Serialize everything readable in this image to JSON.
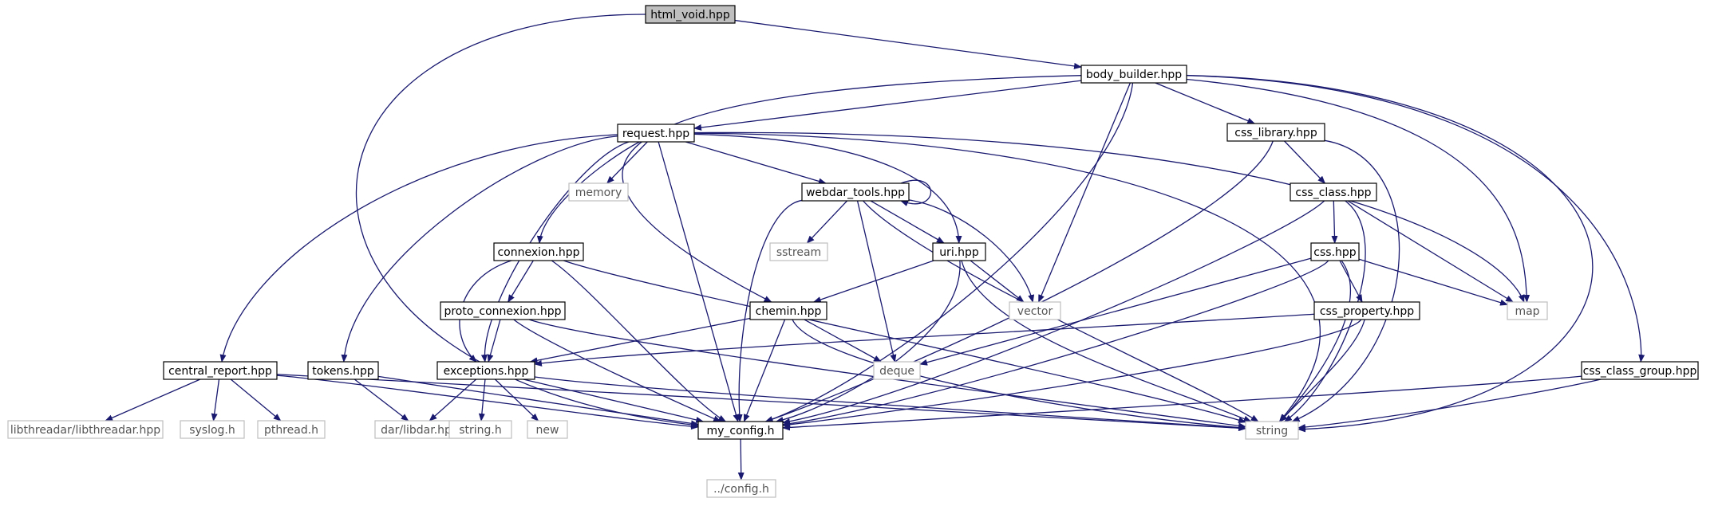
{
  "colors": {
    "edge": "#191970",
    "root_fill": "#bfbfbf",
    "root_stroke": "#000000",
    "header_stroke": "#000000",
    "system_stroke": "#bfbfbf",
    "system_text": "#555555",
    "header_text": "#000000"
  },
  "nodes": [
    {
      "id": "html_void",
      "label": "html_void.hpp",
      "kind": "root"
    },
    {
      "id": "body_builder",
      "label": "body_builder.hpp",
      "kind": "header"
    },
    {
      "id": "request",
      "label": "request.hpp",
      "kind": "header"
    },
    {
      "id": "css_library",
      "label": "css_library.hpp",
      "kind": "header"
    },
    {
      "id": "memory",
      "label": "memory",
      "kind": "system"
    },
    {
      "id": "webdar_tools",
      "label": "webdar_tools.hpp",
      "kind": "header"
    },
    {
      "id": "css_class",
      "label": "css_class.hpp",
      "kind": "header"
    },
    {
      "id": "sstream",
      "label": "sstream",
      "kind": "system"
    },
    {
      "id": "connexion",
      "label": "connexion.hpp",
      "kind": "header"
    },
    {
      "id": "uri",
      "label": "uri.hpp",
      "kind": "header"
    },
    {
      "id": "css",
      "label": "css.hpp",
      "kind": "header"
    },
    {
      "id": "chemin",
      "label": "chemin.hpp",
      "kind": "header"
    },
    {
      "id": "vector",
      "label": "vector",
      "kind": "system"
    },
    {
      "id": "proto_connexion",
      "label": "proto_connexion.hpp",
      "kind": "header"
    },
    {
      "id": "css_property",
      "label": "css_property.hpp",
      "kind": "header"
    },
    {
      "id": "map",
      "label": "map",
      "kind": "system"
    },
    {
      "id": "central_report",
      "label": "central_report.hpp",
      "kind": "header"
    },
    {
      "id": "tokens",
      "label": "tokens.hpp",
      "kind": "header"
    },
    {
      "id": "exceptions",
      "label": "exceptions.hpp",
      "kind": "header"
    },
    {
      "id": "deque",
      "label": "deque",
      "kind": "system"
    },
    {
      "id": "css_class_group",
      "label": "css_class_group.hpp",
      "kind": "header"
    },
    {
      "id": "libthreadar",
      "label": "libthreadar/libthreadar.hpp",
      "kind": "system"
    },
    {
      "id": "syslog",
      "label": "syslog.h",
      "kind": "system"
    },
    {
      "id": "pthread",
      "label": "pthread.h",
      "kind": "system"
    },
    {
      "id": "libdar",
      "label": "dar/libdar.hpp",
      "kind": "system"
    },
    {
      "id": "string_h",
      "label": "string.h",
      "kind": "system"
    },
    {
      "id": "new",
      "label": "new",
      "kind": "system"
    },
    {
      "id": "my_config",
      "label": "my_config.h",
      "kind": "header"
    },
    {
      "id": "string",
      "label": "string",
      "kind": "system"
    },
    {
      "id": "config_h",
      "label": "../config.h",
      "kind": "system"
    }
  ],
  "edges": [
    {
      "from": "html_void",
      "to": "body_builder"
    },
    {
      "from": "html_void",
      "to": "my_config"
    },
    {
      "from": "body_builder",
      "to": "request"
    },
    {
      "from": "body_builder",
      "to": "css_library"
    },
    {
      "from": "body_builder",
      "to": "chemin"
    },
    {
      "from": "body_builder",
      "to": "vector"
    },
    {
      "from": "body_builder",
      "to": "map"
    },
    {
      "from": "body_builder",
      "to": "string"
    },
    {
      "from": "body_builder",
      "to": "css_class_group"
    },
    {
      "from": "body_builder",
      "to": "my_config"
    },
    {
      "from": "request",
      "to": "memory"
    },
    {
      "from": "request",
      "to": "webdar_tools"
    },
    {
      "from": "request",
      "to": "connexion"
    },
    {
      "from": "request",
      "to": "uri"
    },
    {
      "from": "request",
      "to": "central_report"
    },
    {
      "from": "request",
      "to": "tokens"
    },
    {
      "from": "request",
      "to": "exceptions"
    },
    {
      "from": "request",
      "to": "my_config"
    },
    {
      "from": "request",
      "to": "map"
    },
    {
      "from": "request",
      "to": "string"
    },
    {
      "from": "css_library",
      "to": "css_class"
    },
    {
      "from": "css_library",
      "to": "my_config"
    },
    {
      "from": "css_library",
      "to": "string"
    },
    {
      "from": "webdar_tools",
      "to": "webdar_tools"
    },
    {
      "from": "webdar_tools",
      "to": "sstream"
    },
    {
      "from": "webdar_tools",
      "to": "uri"
    },
    {
      "from": "webdar_tools",
      "to": "vector"
    },
    {
      "from": "webdar_tools",
      "to": "deque"
    },
    {
      "from": "webdar_tools",
      "to": "my_config"
    },
    {
      "from": "webdar_tools",
      "to": "string"
    },
    {
      "from": "css_class",
      "to": "css"
    },
    {
      "from": "css_class",
      "to": "map"
    },
    {
      "from": "css_class",
      "to": "string"
    },
    {
      "from": "css_class",
      "to": "my_config"
    },
    {
      "from": "connexion",
      "to": "proto_connexion"
    },
    {
      "from": "connexion",
      "to": "exceptions"
    },
    {
      "from": "connexion",
      "to": "my_config"
    },
    {
      "from": "connexion",
      "to": "string"
    },
    {
      "from": "uri",
      "to": "chemin"
    },
    {
      "from": "uri",
      "to": "vector"
    },
    {
      "from": "uri",
      "to": "my_config"
    },
    {
      "from": "uri",
      "to": "string"
    },
    {
      "from": "css",
      "to": "css_property"
    },
    {
      "from": "css",
      "to": "map"
    },
    {
      "from": "css",
      "to": "deque"
    },
    {
      "from": "css",
      "to": "my_config"
    },
    {
      "from": "css",
      "to": "string"
    },
    {
      "from": "chemin",
      "to": "exceptions"
    },
    {
      "from": "chemin",
      "to": "deque"
    },
    {
      "from": "chemin",
      "to": "my_config"
    },
    {
      "from": "chemin",
      "to": "string"
    },
    {
      "from": "proto_connexion",
      "to": "exceptions"
    },
    {
      "from": "proto_connexion",
      "to": "my_config"
    },
    {
      "from": "proto_connexion",
      "to": "string"
    },
    {
      "from": "css_property",
      "to": "exceptions"
    },
    {
      "from": "css_property",
      "to": "my_config"
    },
    {
      "from": "css_property",
      "to": "string"
    },
    {
      "from": "central_report",
      "to": "libthreadar"
    },
    {
      "from": "central_report",
      "to": "syslog"
    },
    {
      "from": "central_report",
      "to": "pthread"
    },
    {
      "from": "central_report",
      "to": "my_config"
    },
    {
      "from": "central_report",
      "to": "string"
    },
    {
      "from": "tokens",
      "to": "libdar"
    },
    {
      "from": "tokens",
      "to": "my_config"
    },
    {
      "from": "exceptions",
      "to": "libdar"
    },
    {
      "from": "exceptions",
      "to": "string_h"
    },
    {
      "from": "exceptions",
      "to": "new"
    },
    {
      "from": "exceptions",
      "to": "my_config"
    },
    {
      "from": "exceptions",
      "to": "string"
    },
    {
      "from": "css_class_group",
      "to": "my_config"
    },
    {
      "from": "css_class_group",
      "to": "string"
    },
    {
      "from": "my_config",
      "to": "config_h"
    }
  ]
}
